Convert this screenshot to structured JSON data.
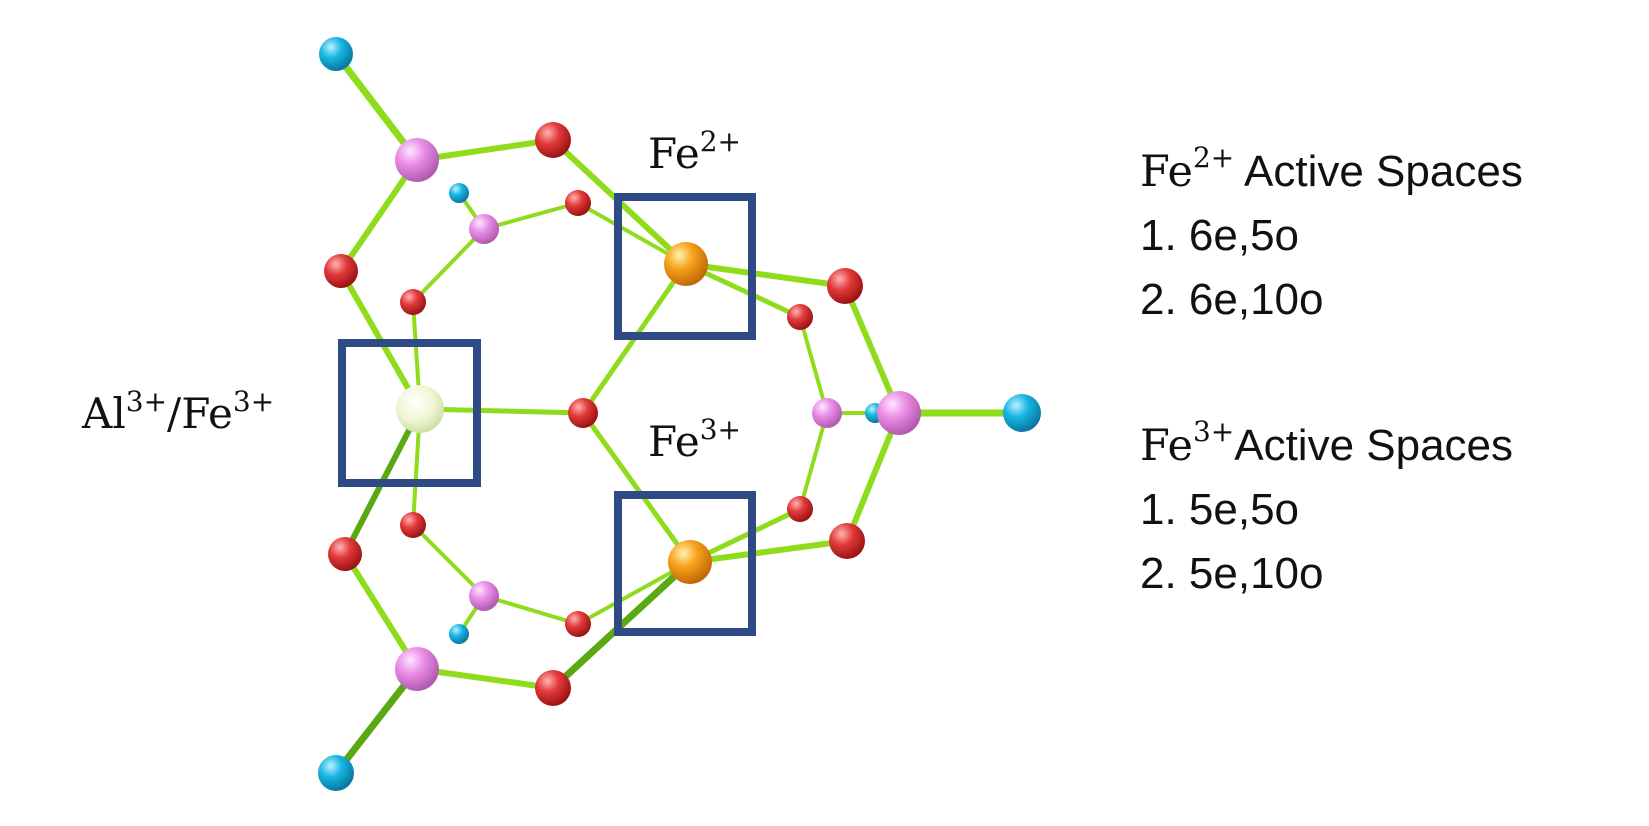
{
  "labels": {
    "al_fe3": {
      "base1": "Al",
      "sup1": "3+",
      "sep": "/",
      "base2": "Fe",
      "sup2": "3+"
    },
    "fe2": {
      "base": "Fe",
      "sup": "2+"
    },
    "fe3": {
      "base": "Fe",
      "sup": "3+"
    }
  },
  "panels": {
    "fe2": {
      "ion_base": "Fe",
      "ion_sup": "2+",
      "heading_rest": " Active Spaces",
      "items": [
        "1. 6e,5o",
        "2. 6e,10o"
      ]
    },
    "fe3": {
      "ion_base": "Fe",
      "ion_sup": "3+",
      "heading_rest": "Active Spaces",
      "items": [
        "1. 5e,5o",
        "2. 5e,10o"
      ]
    }
  },
  "colors": {
    "bond": "#8fdc1c",
    "bond_dark": "#5aa812",
    "box": "#2f4b86",
    "oxygen": "#e23a3a",
    "silicon": "#e98de6",
    "terminal": "#18b6e2",
    "iron": "#f7a21c",
    "aluminium": "#eef6d4"
  }
}
